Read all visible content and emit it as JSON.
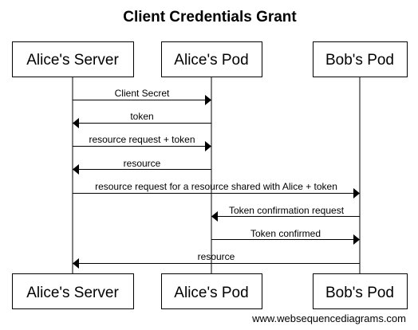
{
  "title": "Client Credentials Grant",
  "participants": [
    "Alice's Server",
    "Alice's Pod",
    "Bob's Pod"
  ],
  "messages": [
    {
      "from": 0,
      "to": 1,
      "label": "Client Secret"
    },
    {
      "from": 1,
      "to": 0,
      "label": "token"
    },
    {
      "from": 0,
      "to": 1,
      "label": "resource request + token"
    },
    {
      "from": 1,
      "to": 0,
      "label": "resource"
    },
    {
      "from": 0,
      "to": 2,
      "label": "resource request for a resource shared with Alice + token"
    },
    {
      "from": 2,
      "to": 1,
      "label": "Token confirmation request"
    },
    {
      "from": 1,
      "to": 2,
      "label": "Token confirmed"
    },
    {
      "from": 2,
      "to": 0,
      "label": "resource"
    }
  ],
  "watermark": "www.websequencediagrams.com"
}
